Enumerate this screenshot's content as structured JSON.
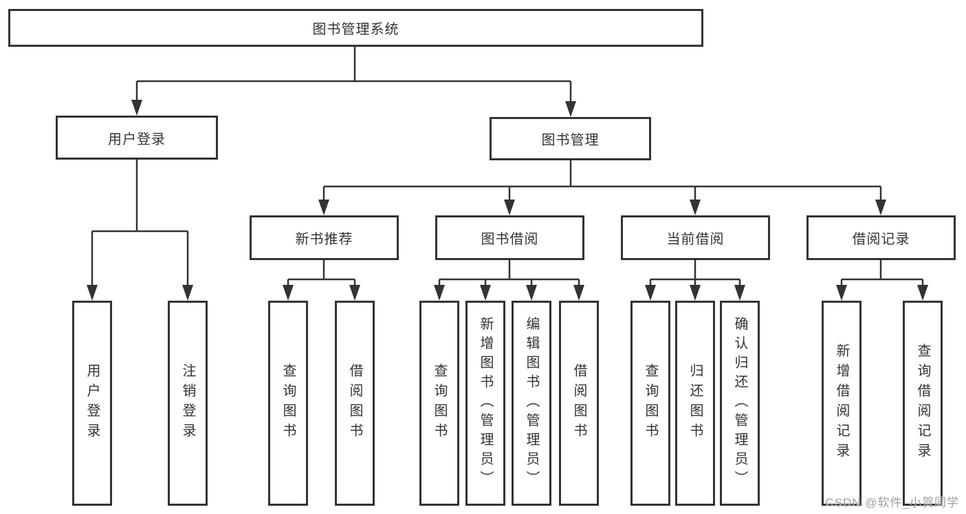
{
  "diagram": {
    "root": {
      "label": "图书管理系统"
    },
    "user_branch": {
      "label": "用户登录",
      "leaves": [
        "用户登录",
        "注销登录"
      ]
    },
    "mgmt_branch": {
      "label": "图书管理",
      "sections": {
        "recommend": {
          "label": "新书推荐",
          "leaves": [
            "查询图书",
            "借阅图书"
          ]
        },
        "borrow": {
          "label": "图书借阅",
          "leaves": [
            "查询图书",
            "新增图书（管理员）",
            "编辑图书（管理员）",
            "借阅图书"
          ]
        },
        "current": {
          "label": "当前借阅",
          "leaves": [
            "查询图书",
            "归还图书",
            "确认归还（管理员）"
          ]
        },
        "records": {
          "label": "借阅记录",
          "leaves": [
            "新增借阅记录",
            "查询借阅记录"
          ]
        }
      }
    }
  },
  "watermark": {
    "text": "CSDN @软件_小贺同学"
  },
  "colors": {
    "line": "#333333",
    "box_border": "#333333",
    "text": "#333333",
    "background": "#ffffff",
    "watermark": "#9e9e9e"
  }
}
